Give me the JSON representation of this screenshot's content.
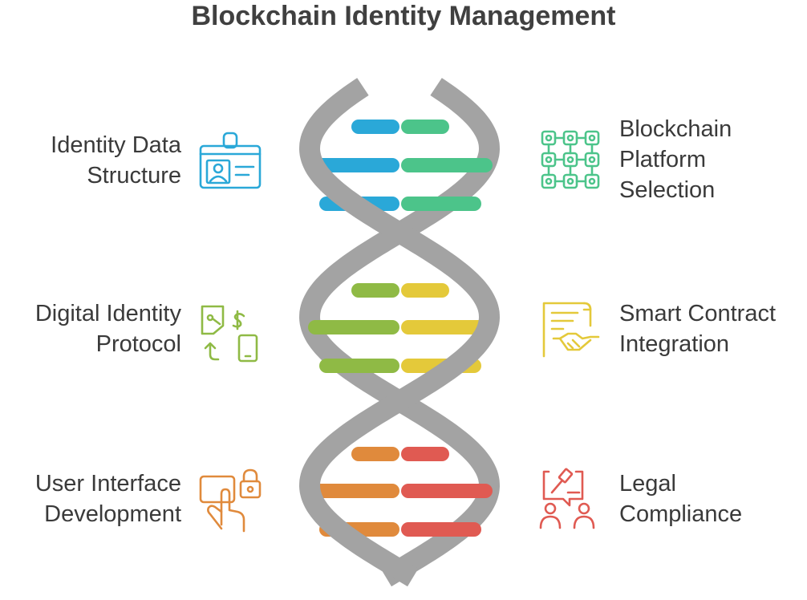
{
  "title": "Blockchain Identity Management",
  "steps": [
    {
      "lines": [
        "Identity Data",
        "Structure"
      ],
      "icon": "id-card-icon",
      "color": "#2aa8d8"
    },
    {
      "lines": [
        "Blockchain",
        "Platform",
        "Selection"
      ],
      "icon": "blockchain-network-icon",
      "color": "#4cc48a"
    },
    {
      "lines": [
        "Digital Identity",
        "Protocol"
      ],
      "icon": "identity-transfer-icon",
      "color": "#8fba45"
    },
    {
      "lines": [
        "Smart Contract",
        "Integration"
      ],
      "icon": "contract-handshake-icon",
      "color": "#e4c93a"
    },
    {
      "lines": [
        "User Interface",
        "Development"
      ],
      "icon": "touch-lock-icon",
      "color": "#e08a3c"
    },
    {
      "lines": [
        "Legal",
        "Compliance"
      ],
      "icon": "legal-users-icon",
      "color": "#e05a52"
    }
  ],
  "colors": {
    "strand": "#a3a3a3",
    "text": "#3a3a3a"
  }
}
